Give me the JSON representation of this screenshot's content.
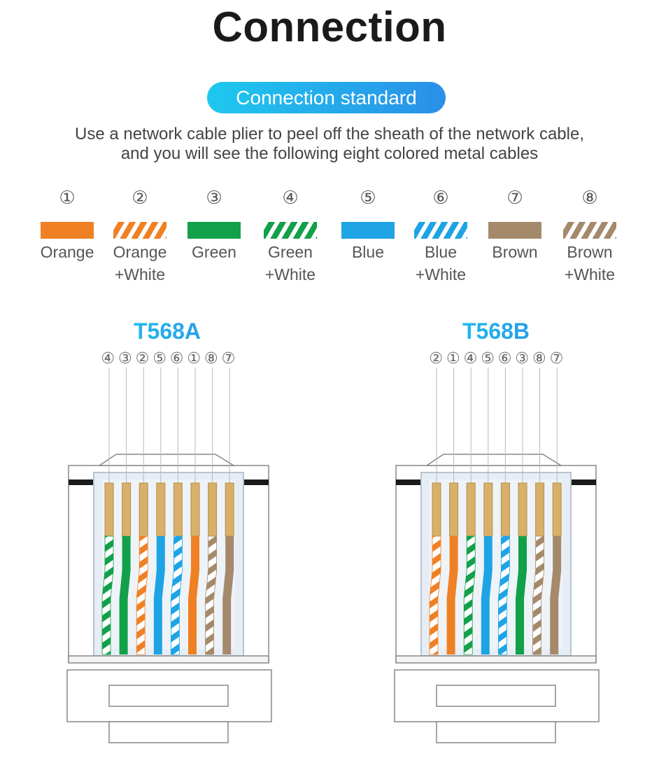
{
  "title": "Connection",
  "badge": "Connection standard",
  "description": {
    "line1": "Use a network cable plier to peel off the sheath of the network cable,",
    "line2": "and you will see the following eight colored metal cables"
  },
  "colors": {
    "orange": "#f08024",
    "green": "#12a04a",
    "blue": "#1ea4e4",
    "brown": "#a5896b",
    "gold": "#d8b06a",
    "accent_start": "#1ec8ee",
    "accent_end": "#2a8fe8"
  },
  "wires": [
    {
      "num": "①",
      "label_line1": "Orange",
      "label_line2": "",
      "color": "#f08024",
      "striped": false
    },
    {
      "num": "②",
      "label_line1": "Orange",
      "label_line2": "+White",
      "color": "#f08024",
      "striped": true
    },
    {
      "num": "③",
      "label_line1": "Green",
      "label_line2": "",
      "color": "#12a04a",
      "striped": false
    },
    {
      "num": "④",
      "label_line1": "Green",
      "label_line2": "+White",
      "color": "#12a04a",
      "striped": true
    },
    {
      "num": "⑤",
      "label_line1": "Blue",
      "label_line2": "",
      "color": "#1ea4e4",
      "striped": false
    },
    {
      "num": "⑥",
      "label_line1": "Blue",
      "label_line2": "+White",
      "color": "#1ea4e4",
      "striped": true
    },
    {
      "num": "⑦",
      "label_line1": "Brown",
      "label_line2": "",
      "color": "#a5896b",
      "striped": false
    },
    {
      "num": "⑧",
      "label_line1": "Brown",
      "label_line2": "+White",
      "color": "#a5896b",
      "striped": true
    }
  ],
  "standards": [
    {
      "name": "T568A",
      "order": [
        "④",
        "③",
        "②",
        "⑤",
        "⑥",
        "①",
        "⑧",
        "⑦"
      ],
      "wires": [
        4,
        3,
        2,
        5,
        6,
        1,
        8,
        7
      ]
    },
    {
      "name": "T568B",
      "order": [
        "②",
        "①",
        "④",
        "⑤",
        "⑥",
        "③",
        "⑧",
        "⑦"
      ],
      "wires": [
        2,
        1,
        4,
        5,
        6,
        3,
        8,
        7
      ]
    }
  ]
}
